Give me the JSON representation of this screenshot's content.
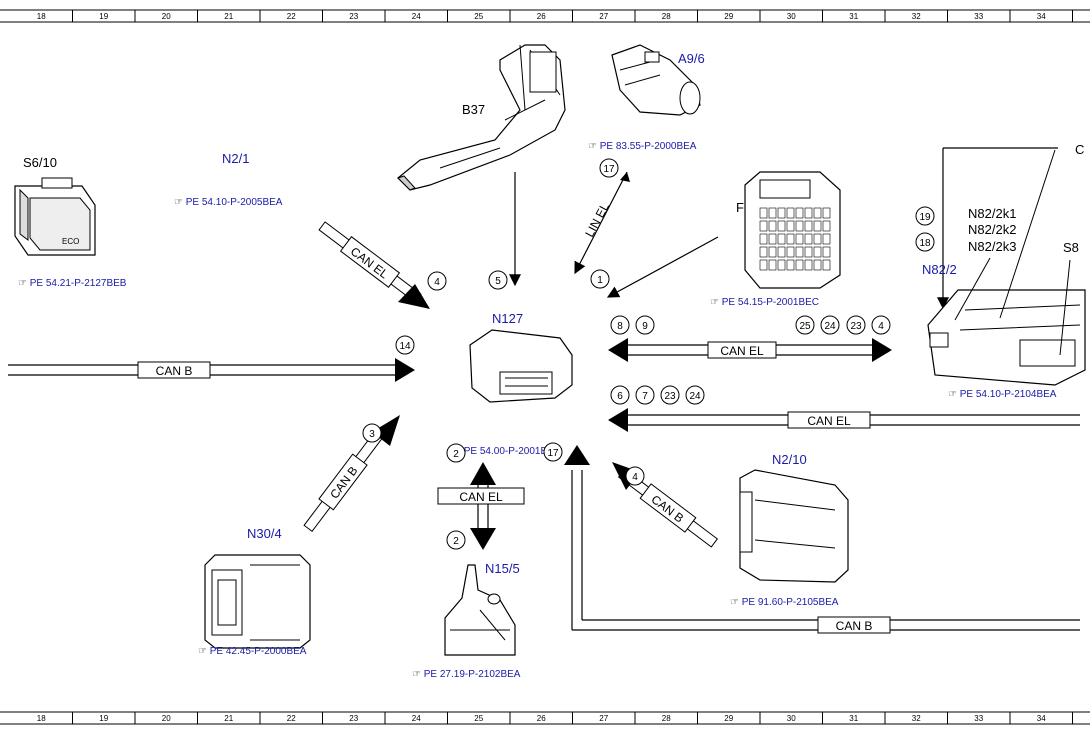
{
  "grid": [
    "18",
    "19",
    "20",
    "21",
    "22",
    "23",
    "24",
    "25",
    "26",
    "27",
    "28",
    "29",
    "30",
    "31",
    "32",
    "33",
    "34"
  ],
  "components": {
    "s6_10": {
      "label": "S6/10",
      "ref": "PE 54.21-P-2127BEB",
      "button_text": "ECO"
    },
    "n2_1": {
      "label": "N2/1",
      "ref": "PE 54.10-P-2005BEA"
    },
    "b37": {
      "label": "B37"
    },
    "a9_6": {
      "label": "A9/6",
      "ref": "PE 83.55-P-2000BEA"
    },
    "f2": {
      "label": "F2",
      "ref": "PE 54.15-P-2001BEC"
    },
    "n127": {
      "label": "N127",
      "ref": "PE 54.00-P-2001BEA"
    },
    "n82_2": {
      "label": "N82/2",
      "sub1": "N82/2k1",
      "sub2": "N82/2k2",
      "sub3": "N82/2k3",
      "ref": "PE 54.10-P-2104BEA",
      "cut_label_c": "C",
      "cut_label_s8": "S8"
    },
    "n30_4": {
      "label": "N30/4",
      "ref": "PE 42.45-P-2000BEA"
    },
    "n15_5": {
      "label": "N15/5",
      "ref": "PE 27.19-P-2102BEA"
    },
    "n2_10": {
      "label": "N2/10",
      "ref": "PE 91.60-P-2105BEA"
    }
  },
  "bus": {
    "can_el": "CAN EL",
    "can_b": "CAN B",
    "lin_el": "LIN EL"
  },
  "signals": {
    "n2_1": "4",
    "b37": "5",
    "a9_6": "17",
    "f2": "1",
    "canb_left": "14",
    "n30_4": "3",
    "n15_5_up": "2",
    "n15_5_down": "2",
    "n127_out": "17",
    "n2_10": "4",
    "to_n82_left_1": "8",
    "to_n82_left_2": "9",
    "to_n82_right_1": "25",
    "to_n82_right_2": "24",
    "to_n82_right_3": "23",
    "to_n82_right_4": "4",
    "from_right_1": "6",
    "from_right_2": "7",
    "from_right_3": "23",
    "from_right_4": "24",
    "n82_2_a": "19",
    "n82_2_b": "18"
  }
}
